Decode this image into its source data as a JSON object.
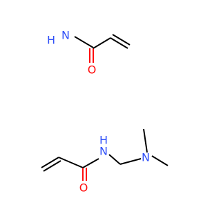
{
  "molecule_1": {
    "atoms": {
      "amine_n": "N",
      "amine_h2": "H",
      "carbonyl_o": "O"
    }
  },
  "molecule_2": {
    "atoms": {
      "amide_nh_n": "N",
      "amide_nh_h": "H",
      "dimethylamino_n": "N",
      "carbonyl_o": "O"
    }
  },
  "colors": {
    "bond": "#000000",
    "oxygen": "#ff0d0d",
    "nitrogen": "#3050f8"
  }
}
